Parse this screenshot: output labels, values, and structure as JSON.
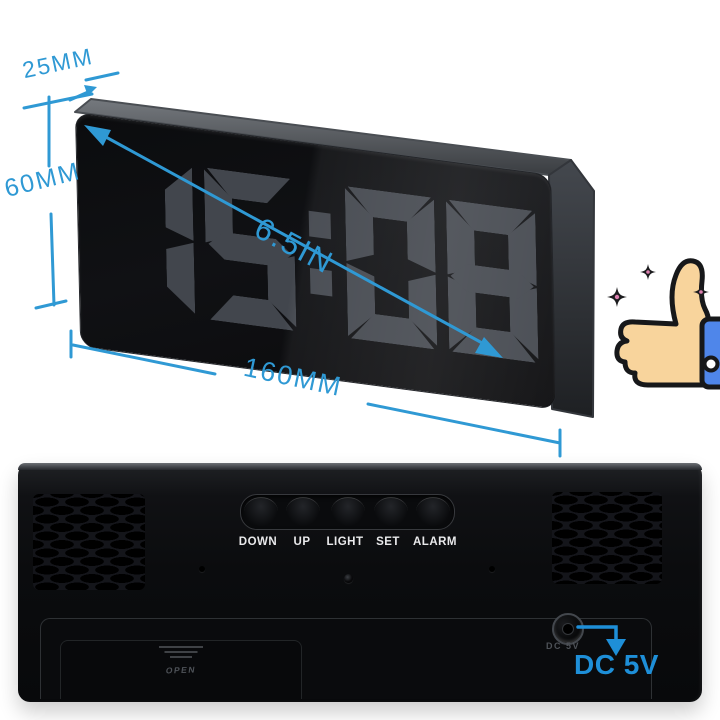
{
  "annotations": {
    "depth_label": "25MM",
    "height_label": "60MM",
    "diagonal_label": "6.5IN",
    "width_label": "160MM",
    "accent_color": "#2f99d4"
  },
  "clock": {
    "display_time": "15:08"
  },
  "back": {
    "buttons": [
      "DOWN",
      "UP",
      "LIGHT",
      "SET",
      "ALARM"
    ],
    "battery_door_label": "OPEN",
    "dc_port_label": "DC 5V",
    "dc_callout_label": "DC 5V",
    "dc_accent_color": "#1e8fd8"
  },
  "icons": {
    "thumbs_up": "thumbs-up-sparkles"
  }
}
